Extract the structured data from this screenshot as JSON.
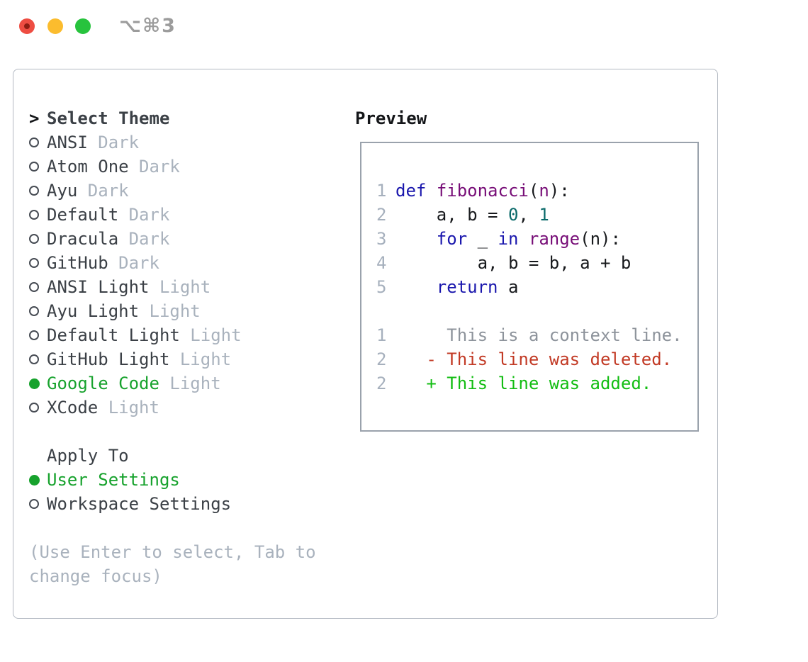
{
  "window": {
    "title": "⌥⌘3",
    "traffic_lights": [
      {
        "name": "close"
      },
      {
        "name": "minimize"
      },
      {
        "name": "maximize"
      }
    ]
  },
  "theme_picker": {
    "header_marker": ">",
    "header": "Select Theme",
    "items": [
      {
        "label": "ANSI",
        "variant": "Dark",
        "selected": false
      },
      {
        "label": "Atom One",
        "variant": "Dark",
        "selected": false
      },
      {
        "label": "Ayu",
        "variant": "Dark",
        "selected": false
      },
      {
        "label": "Default",
        "variant": "Dark",
        "selected": false
      },
      {
        "label": "Dracula",
        "variant": "Dark",
        "selected": false
      },
      {
        "label": "GitHub",
        "variant": "Dark",
        "selected": false
      },
      {
        "label": "ANSI Light",
        "variant": "Light",
        "selected": false
      },
      {
        "label": "Ayu Light",
        "variant": "Light",
        "selected": false
      },
      {
        "label": "Default Light",
        "variant": "Light",
        "selected": false
      },
      {
        "label": "GitHub Light",
        "variant": "Light",
        "selected": false
      },
      {
        "label": "Google Code",
        "variant": "Light",
        "selected": true
      },
      {
        "label": "XCode",
        "variant": "Light",
        "selected": false
      }
    ]
  },
  "apply_to": {
    "header": "Apply To",
    "items": [
      {
        "label": "User Settings",
        "selected": true
      },
      {
        "label": "Workspace Settings",
        "selected": false
      }
    ]
  },
  "hint_lines": [
    "(Use Enter to select, Tab to",
    "change focus)"
  ],
  "preview": {
    "header": "Preview",
    "lines": [
      {
        "no": "1",
        "segments": [
          [
            "def",
            "kw"
          ],
          [
            " ",
            "pl"
          ],
          [
            "fibonacci",
            "fn"
          ],
          [
            "(",
            "pl"
          ],
          [
            "n",
            "fn"
          ],
          [
            "):",
            "pl"
          ]
        ]
      },
      {
        "no": "2",
        "segments": [
          [
            "    a, b = ",
            "pl"
          ],
          [
            "0",
            "num"
          ],
          [
            ", ",
            "pl"
          ],
          [
            "1",
            "num"
          ]
        ]
      },
      {
        "no": "3",
        "segments": [
          [
            "    ",
            "pl"
          ],
          [
            "for",
            "kw"
          ],
          [
            " _ ",
            "pl"
          ],
          [
            "in",
            "kw"
          ],
          [
            " ",
            "pl"
          ],
          [
            "range",
            "fn"
          ],
          [
            "(n):",
            "pl"
          ]
        ]
      },
      {
        "no": "4",
        "segments": [
          [
            "        a, b = b, a + b",
            "pl"
          ]
        ]
      },
      {
        "no": "5",
        "segments": [
          [
            "    ",
            "pl"
          ],
          [
            "return",
            "kw"
          ],
          [
            " a",
            "pl"
          ]
        ]
      },
      {
        "no": "",
        "segments": []
      },
      {
        "no": "1",
        "segments": [
          [
            "     This is a context line.",
            "ctx"
          ]
        ]
      },
      {
        "no": "2",
        "segments": [
          [
            "   - This line was deleted.",
            "del"
          ]
        ]
      },
      {
        "no": "2",
        "segments": [
          [
            "   + This line was added.",
            "add"
          ]
        ]
      }
    ]
  },
  "colors": {
    "keyword": "#1a17ad",
    "function": "#770d77",
    "number": "#0a6a6a",
    "plain": "#17191c",
    "context": "#8d939b",
    "deleted": "#c23a25",
    "added": "#12bd12",
    "selected_green": "#17a22d",
    "muted": "#a9b2bd",
    "line_number": "#a6b0bd",
    "heading": "#141619",
    "item_text": "#3b4046",
    "radio_ring": "#474c54",
    "panel_border": "#b3b9c2",
    "preview_border": "#9aa2ac",
    "title_gray": "#9c9c9c",
    "light_red": "#ee4d42",
    "light_red_dot": "#8e1d12",
    "light_yellow": "#fbbc2e",
    "light_green": "#27c33d"
  }
}
